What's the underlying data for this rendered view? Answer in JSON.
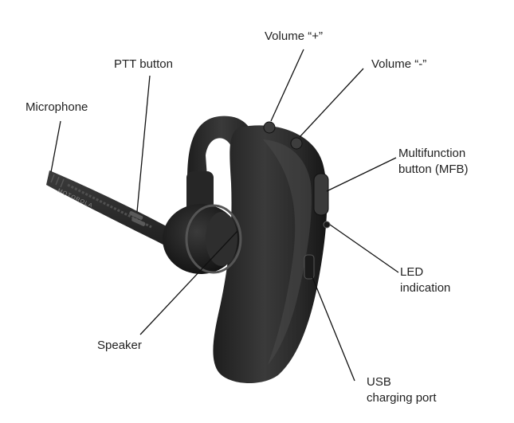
{
  "labels": {
    "volume_up": "Volume “+”",
    "volume_down": "Volume “-”",
    "ptt": "PTT button",
    "microphone": "Microphone",
    "mfb_line1": "Multifunction",
    "mfb_line2": "button (MFB)",
    "speaker": "Speaker",
    "led_line1": "LED",
    "led_line2": "indication",
    "usb_line1": "USB",
    "usb_line2": "charging port"
  },
  "product_brand_text": "MOTOROLA",
  "colors": {
    "device_body": "#2b2b2b",
    "device_highlight": "#4a4a4a",
    "leader_line": "#111111",
    "label_text": "#222222"
  }
}
